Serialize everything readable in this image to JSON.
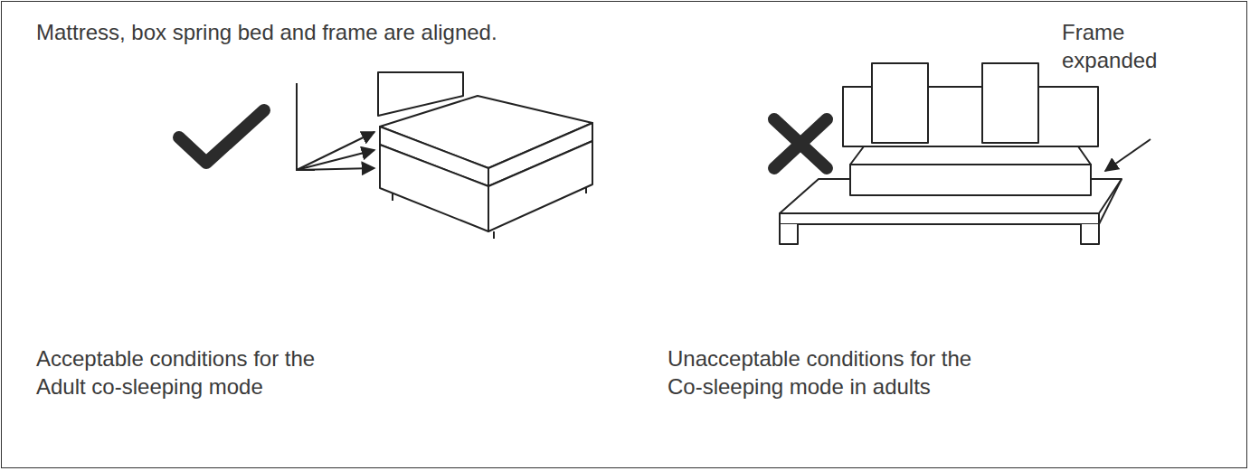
{
  "diagram": {
    "title": "Mattress, box spring bed and frame are aligned.",
    "labels": [
      "Frame expanded",
      "Acceptable conditions for the Adult co-sleeping mode",
      "Unacceptable conditions for the Co-sleeping mode in adults"
    ]
  }
}
